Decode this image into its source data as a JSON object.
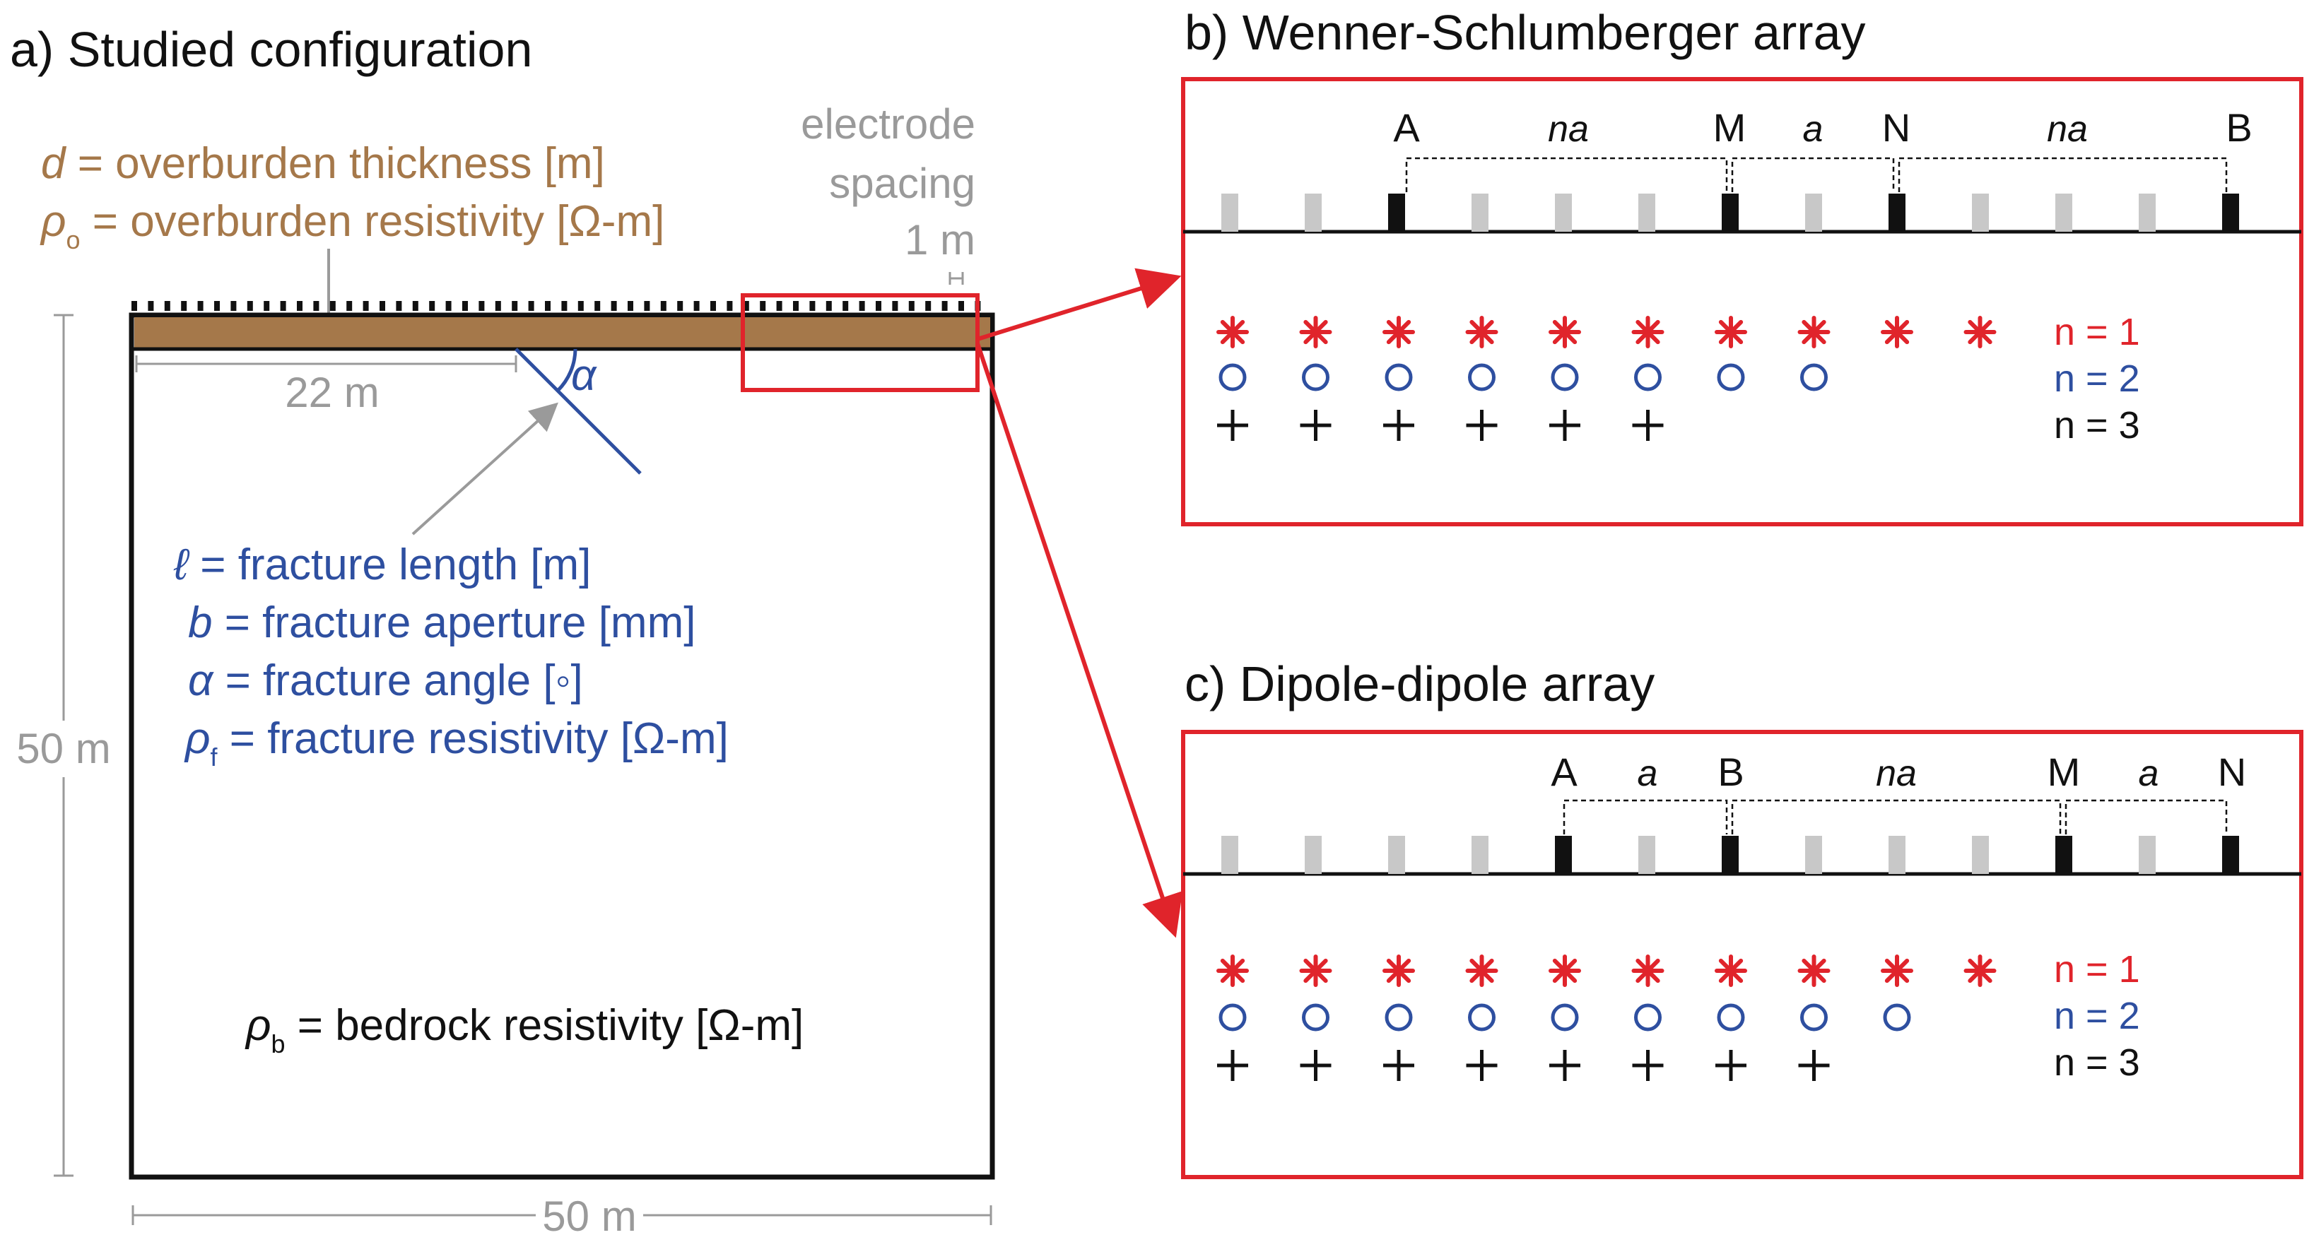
{
  "colors": {
    "overburden": "#a5784a",
    "fracture": "#2e4fa0",
    "gray": "#9a9a9a",
    "red": "#e0242b",
    "electrode_inactive": "#c8c8c8",
    "electrode_active": "#111111",
    "text": "#111111"
  },
  "panel_a": {
    "title": "a) Studied configuration",
    "electrode_label_1": "electrode",
    "electrode_label_2": "spacing",
    "electrode_spacing": "1 m",
    "overburden": {
      "d_symbol": "d",
      "d_text": " = overburden thickness [m]",
      "rho_symbol": "ρ",
      "rho_sub": "o",
      "rho_text": " = overburden resistivity [Ω-m]"
    },
    "offset_label": "22 m",
    "angle_symbol": "α",
    "fracture": {
      "l_symbol": "ℓ",
      "l_text": "  = fracture length [m]",
      "b_symbol": "b",
      "b_text": " = fracture aperture [mm]",
      "alpha_symbol": "α",
      "alpha_text": " = fracture angle [◦]",
      "rho_symbol": "ρ",
      "rho_sub": "f",
      "rho_text": " = fracture resistivity [Ω-m]"
    },
    "bedrock": {
      "rho_symbol": "ρ",
      "rho_sub": "b",
      "rho_text": " = bedrock resistivity [Ω-m]"
    },
    "height_label": "50 m",
    "width_label": "50 m"
  },
  "panel_b": {
    "title": "b) Wenner-Schlumberger array",
    "electrode_labels": [
      "A",
      "M",
      "N",
      "B"
    ],
    "spacing_labels": [
      "na",
      "a",
      "na"
    ],
    "electrodes_active": [
      false,
      false,
      true,
      false,
      false,
      false,
      true,
      false,
      true,
      false,
      false,
      false,
      true
    ],
    "levels": [
      {
        "label": "n = 1",
        "symbol": "asterisk",
        "count": 10
      },
      {
        "label": "n = 2",
        "symbol": "circle",
        "count": 8
      },
      {
        "label": "n = 3",
        "symbol": "plus",
        "count": 6
      }
    ]
  },
  "panel_c": {
    "title": "c) Dipole-dipole array",
    "electrode_labels": [
      "A",
      "B",
      "M",
      "N"
    ],
    "spacing_labels": [
      "a",
      "na",
      "a"
    ],
    "electrodes_active": [
      false,
      false,
      false,
      false,
      true,
      false,
      true,
      false,
      false,
      false,
      true,
      false,
      true
    ],
    "levels": [
      {
        "label": "n = 1",
        "symbol": "asterisk",
        "count": 10
      },
      {
        "label": "n = 2",
        "symbol": "circle",
        "count": 9
      },
      {
        "label": "n = 3",
        "symbol": "plus",
        "count": 8
      }
    ]
  }
}
